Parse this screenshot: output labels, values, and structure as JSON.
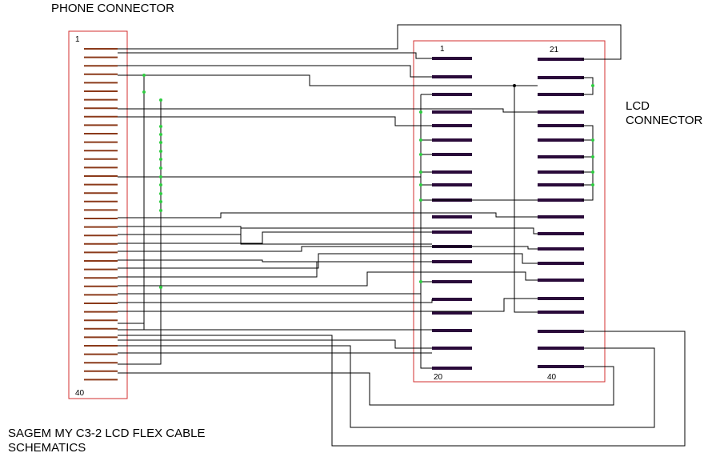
{
  "titles": {
    "phone_connector": "PHONE CONNECTOR",
    "lcd_connector_line1": "LCD",
    "lcd_connector_line2": "CONNECTOR",
    "footer_line1": "SAGEM MY C3-2 LCD FLEX CABLE",
    "footer_line2": "SCHEMATICS"
  },
  "pin_labels": {
    "phone_first": "1",
    "phone_last": "40",
    "lcd_first": "1",
    "lcd_col2_first": "21",
    "lcd_col1_last": "20",
    "lcd_last": "40"
  },
  "colors": {
    "box_outline": "#d32f2f",
    "phone_pin": "#8b3a1a",
    "lcd_pin": "#2a0a3a",
    "wire": "#000000",
    "junction": "#2ecc40"
  }
}
